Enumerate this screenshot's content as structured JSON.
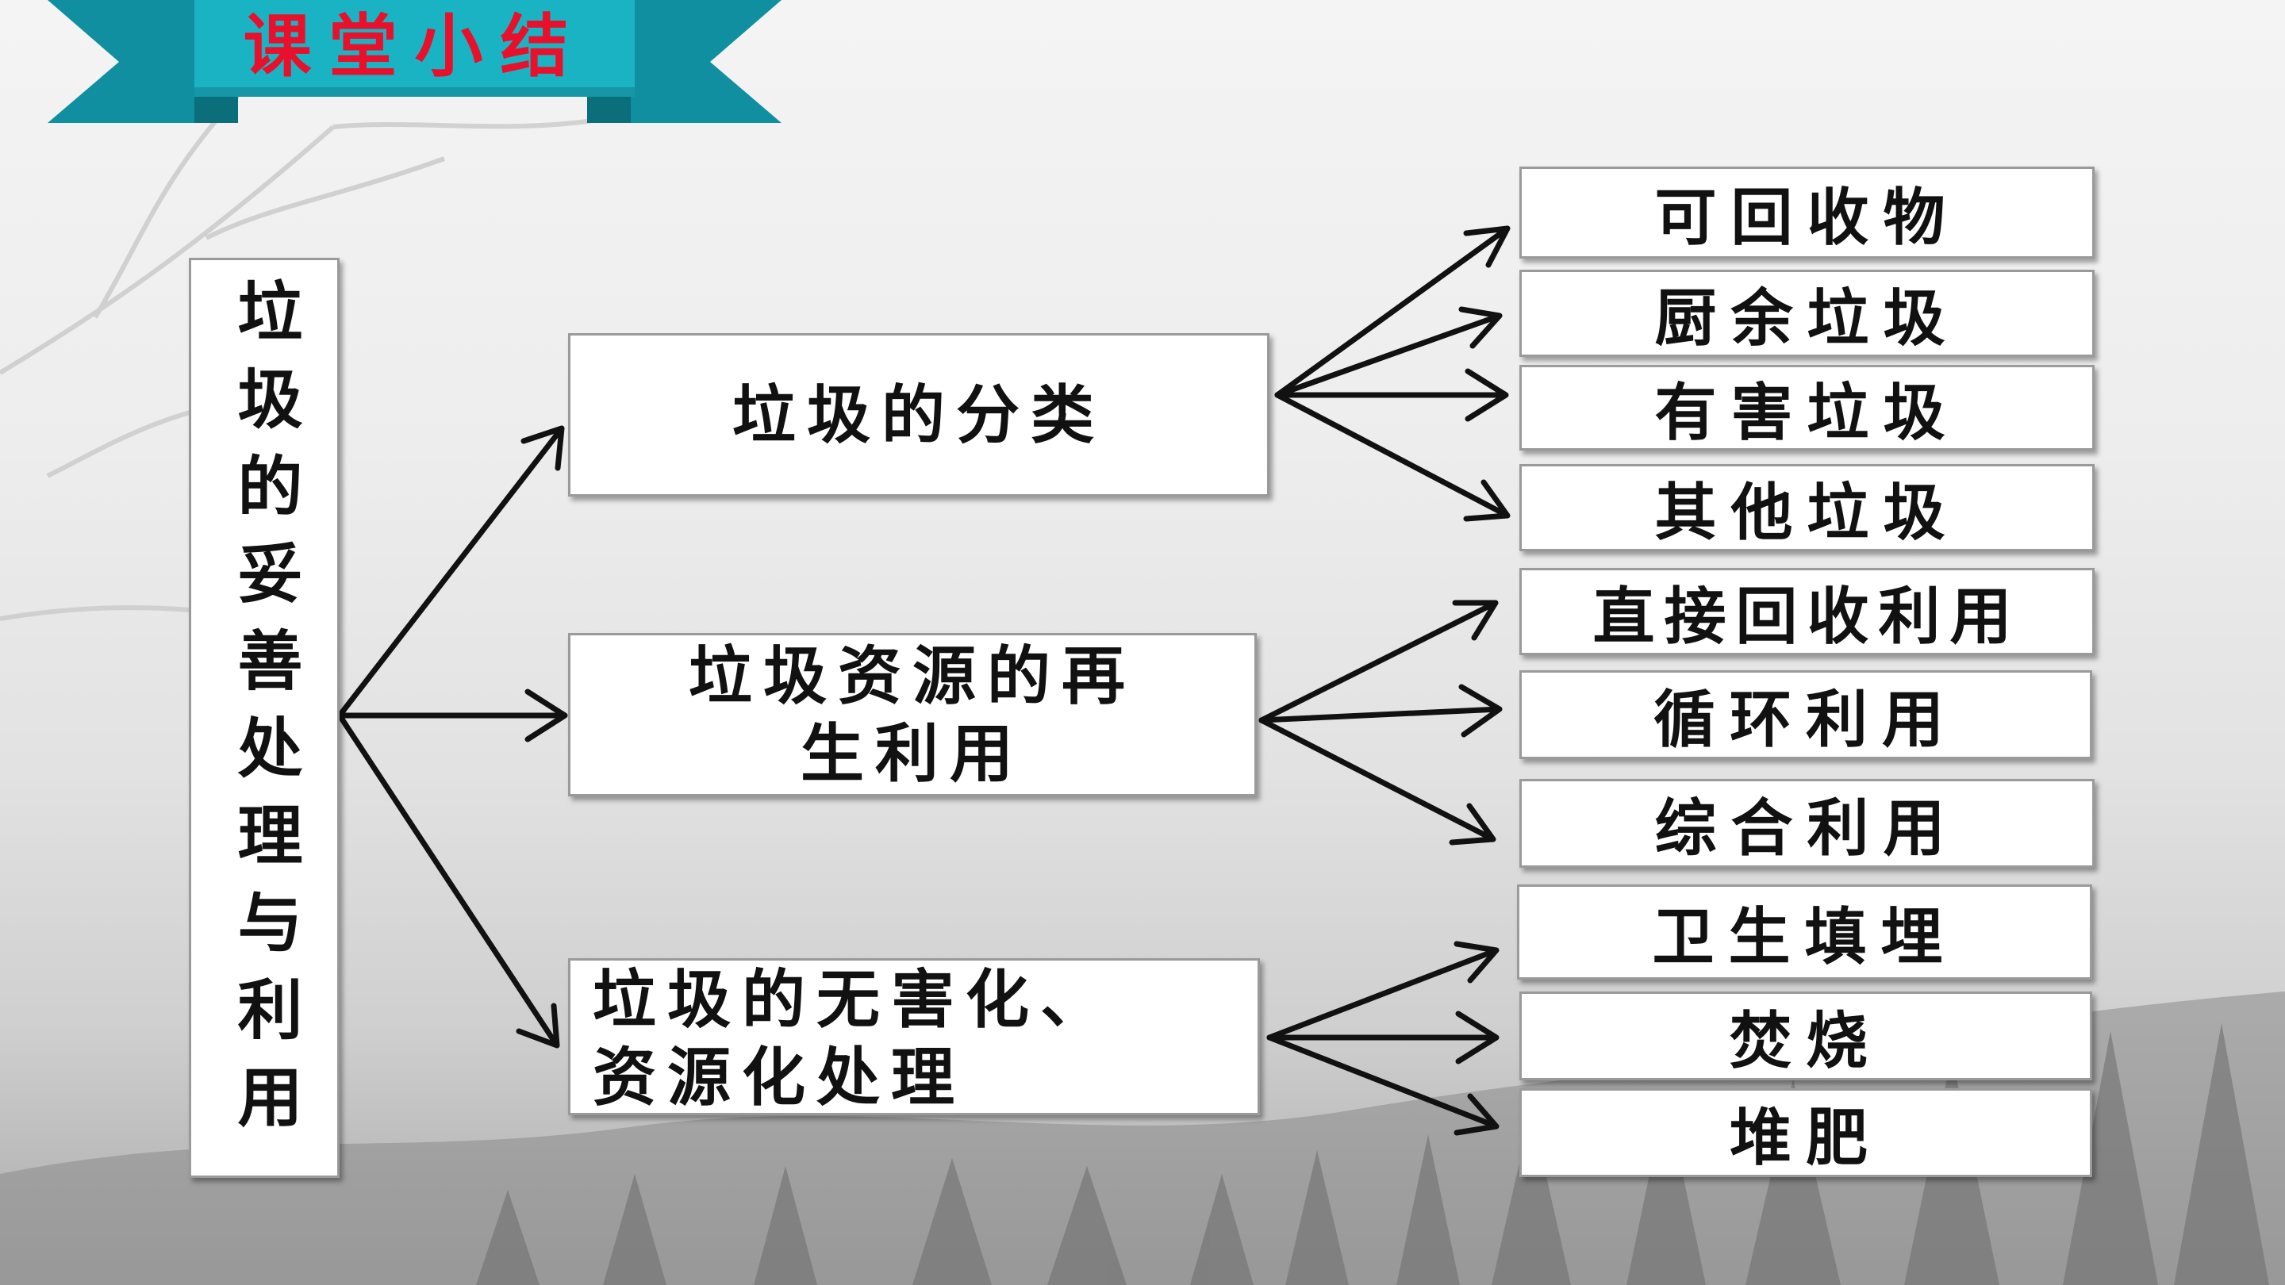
{
  "banner": {
    "title": "课堂小结",
    "ribbon_color": "#1ab3c4",
    "text_color": "#e8102a"
  },
  "root": {
    "label": "垃圾的妥善处理与利用"
  },
  "branches": [
    {
      "label": "垃圾的分类",
      "children": [
        "可回收物",
        "厨余垃圾",
        "有害垃圾",
        "其他垃圾"
      ]
    },
    {
      "label_line1": "垃圾资源的再",
      "label_line2": "生利用",
      "children": [
        "直接回收利用",
        "循环利用",
        "综合利用"
      ]
    },
    {
      "label_line1": "垃圾的无害化、",
      "label_line2": "资源化处理",
      "children": [
        "卫生填埋",
        "焚烧",
        "堆肥"
      ]
    }
  ]
}
